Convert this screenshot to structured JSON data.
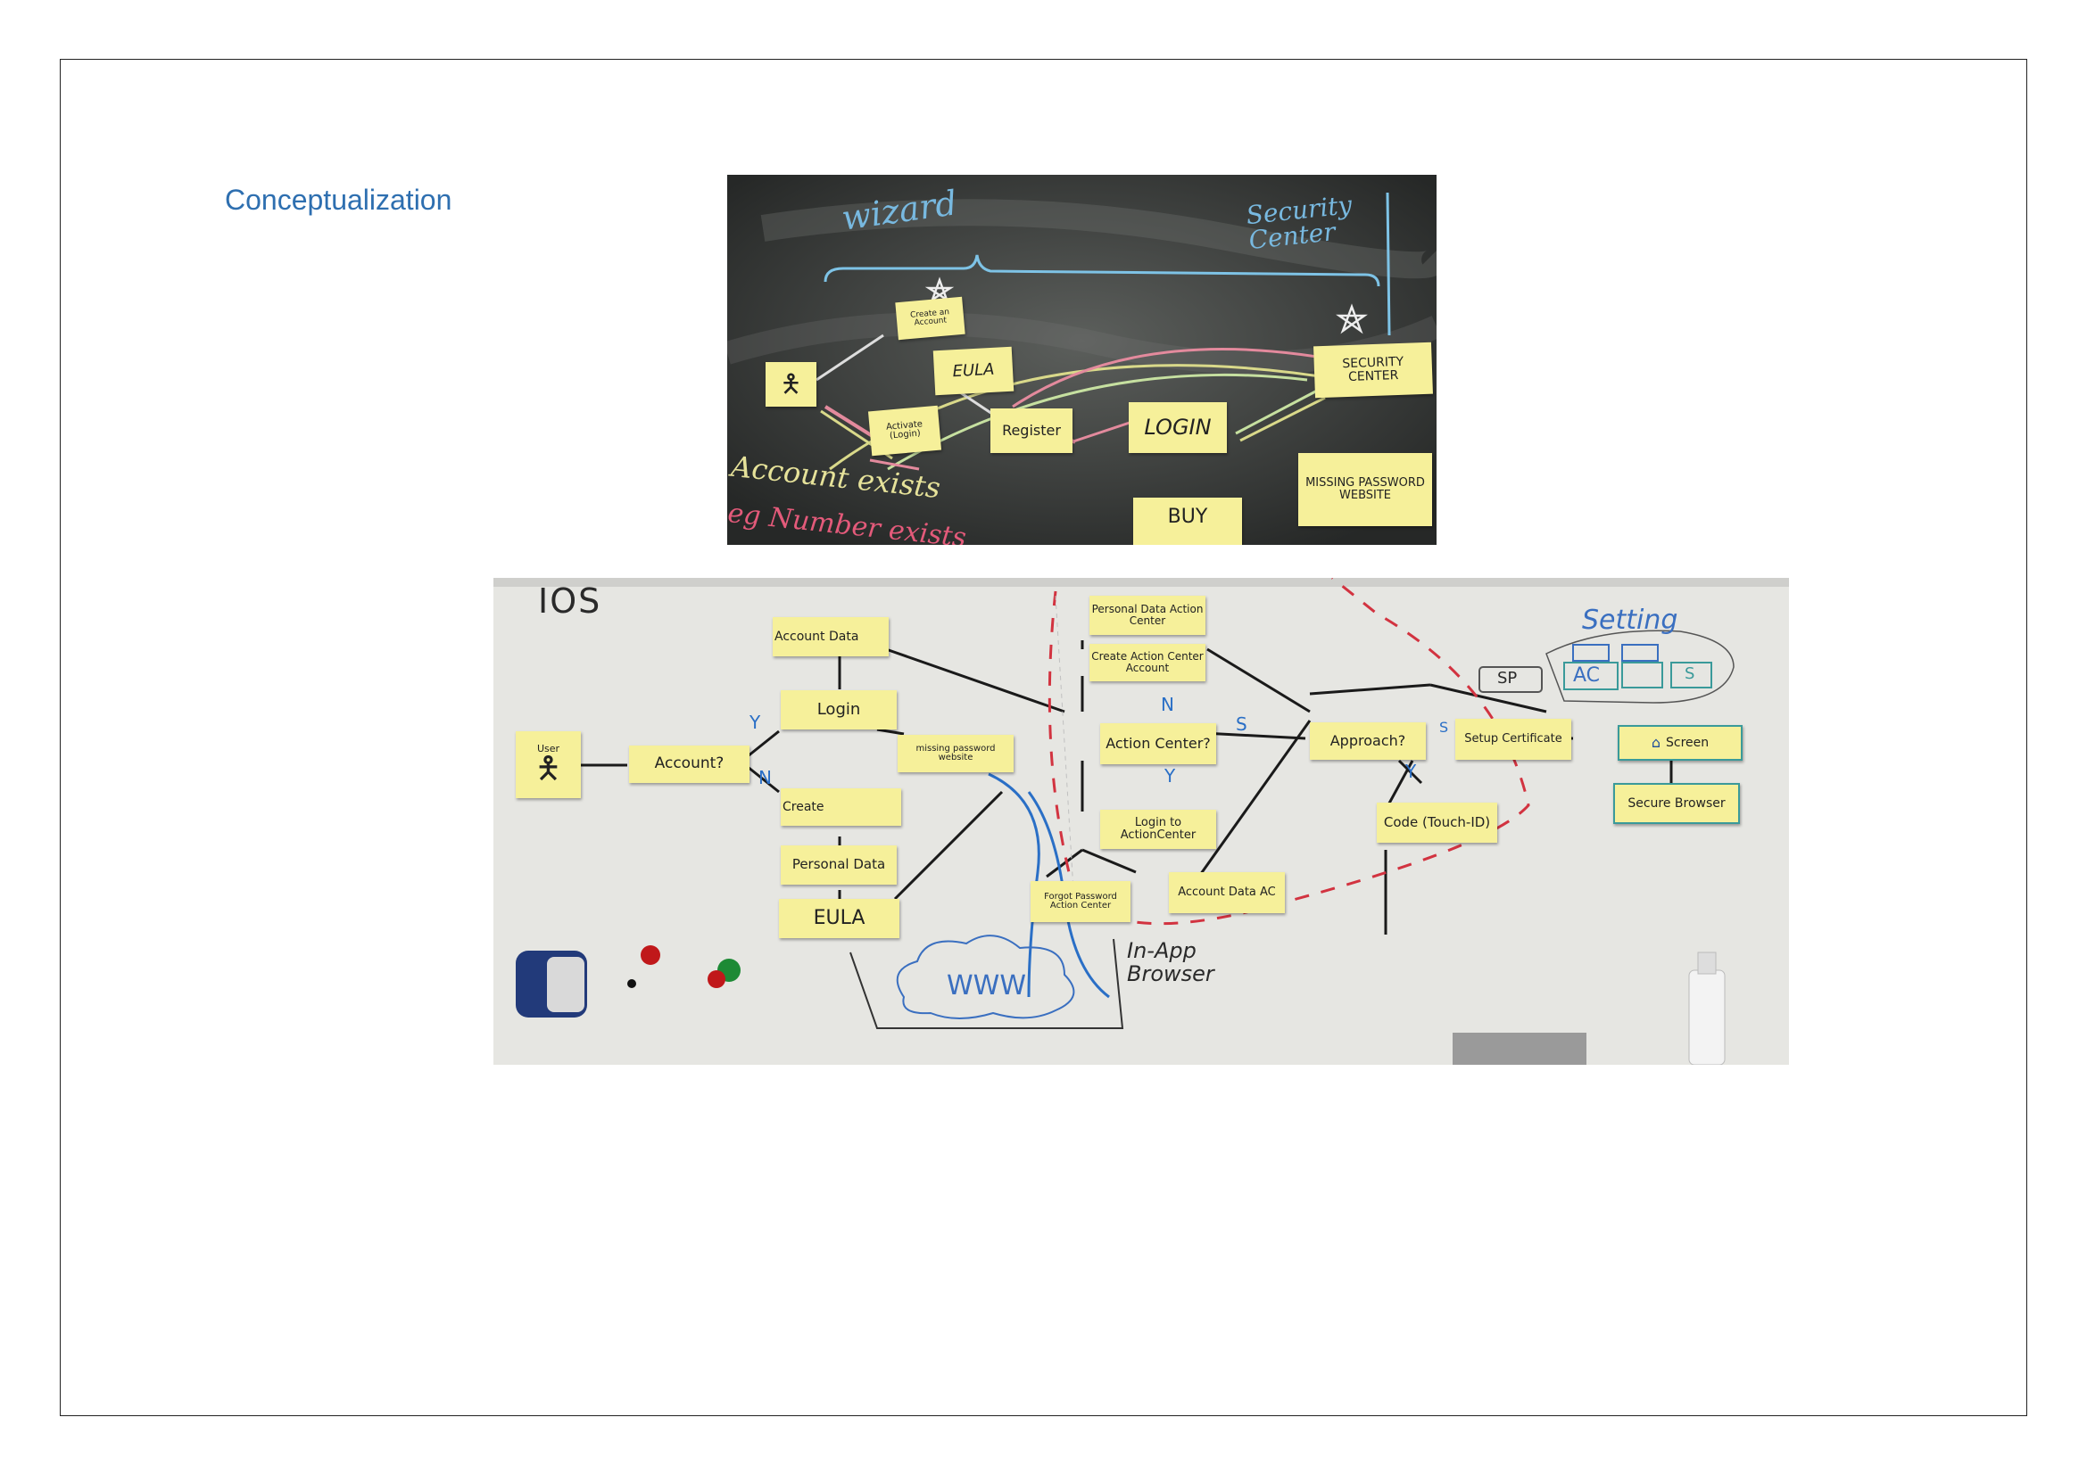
{
  "page": {
    "heading": "Conceptualization"
  },
  "chalkboard": {
    "labels": {
      "wizard": "wizard",
      "security_center": "Security\nCenter",
      "account_exists": "Account exists",
      "number_exists": "eg Number exists"
    },
    "notes": {
      "create_account": "Create an Account",
      "eula": "EULA",
      "activate": "Activate (Login)",
      "register": "Register",
      "login": "LOGIN",
      "security_center": "SECURITY CENTER",
      "missing_password": "MISSING PASSWORD WEBSITE",
      "buy": "BUY"
    }
  },
  "whiteboard": {
    "labels": {
      "ios": "IOS",
      "setting": "Setting",
      "in_app_browser": "In-App Browser",
      "www": "WWW",
      "y1": "Y",
      "n1": "N",
      "n2": "N",
      "s1": "S",
      "y2": "Y",
      "y3": "Y",
      "s2": "S"
    },
    "notes": {
      "user": "User",
      "account_q": "Account?",
      "account_data": "Account Data",
      "login": "Login",
      "missing_password": "missing password website",
      "create": "Create",
      "personal_data": "Personal Data",
      "eula": "EULA",
      "personal_data_ac": "Personal Data Action Center",
      "create_ac_account": "Create Action Center Account",
      "action_center_q": "Action Center?",
      "login_ac": "Login to ActionCenter",
      "account_data_ac": "Account Data AC",
      "forgot_password": "Forgot Password Action Center",
      "approach_q": "Approach?",
      "setup_cert": "Setup Certificate",
      "code": "Code (Touch-ID)",
      "screen": "Screen",
      "secure_browser": "Secure Browser",
      "setting_ac": "AC",
      "setting_sp": "SP",
      "setting_s": "S"
    }
  }
}
